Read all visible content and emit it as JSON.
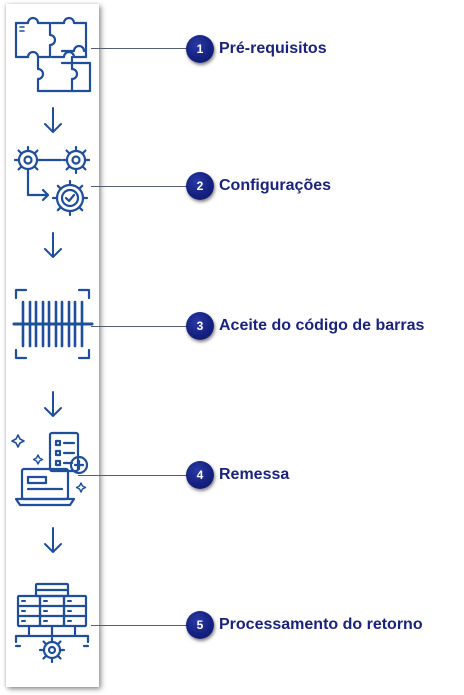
{
  "colors": {
    "icon_stroke": "#1f4e9c",
    "badge_fill": "#152180",
    "label_text": "#1a237e",
    "connector": "#555e6e"
  },
  "steps": [
    {
      "number": "1",
      "label": "Pré-requisitos",
      "icon": "puzzle-icon"
    },
    {
      "number": "2",
      "label": "Configurações",
      "icon": "gears-check-icon"
    },
    {
      "number": "3",
      "label": "Aceite do código de barras",
      "icon": "barcode-scan-icon"
    },
    {
      "number": "4",
      "label": "Remessa",
      "icon": "laptop-checklist-icon"
    },
    {
      "number": "5",
      "label": "Processamento do retorno",
      "icon": "server-gear-icon"
    }
  ],
  "arrows": [
    "down-arrow-icon",
    "down-arrow-icon",
    "down-arrow-icon",
    "down-arrow-icon"
  ]
}
